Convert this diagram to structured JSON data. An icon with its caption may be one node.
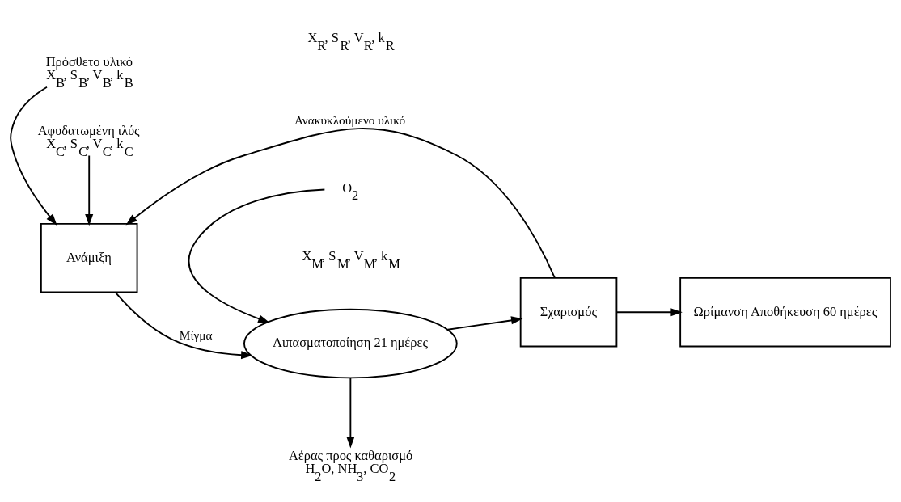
{
  "diagram": {
    "nodes": [
      {
        "text": [
          "Πρόσθετο υλικό",
          "X$_{B}$, S$_{B}$, V$_{B}$, k$_{B}$"
        ]
      },
      {
        "text": [
          "Ανάμιξη"
        ]
      },
      {
        "text": [
          "Λιπασματοποίηση 21 ημέρες"
        ]
      },
      {
        "text": [
          "Σχαρισμός"
        ]
      },
      {
        "text": [
          "Ωρίμανση Αποθήκευση 60 ημέρες"
        ]
      },
      {
        "text": [
          "Αέρας προς καθαρισμό",
          "H$_{2}$O, NH$_{3}$, CO$_{2}$"
        ]
      },
      {
        "text": [
          "O$_{2}$"
        ]
      },
      {
        "text": [
          "Αφυδατωμένη ιλύς",
          "X$_{C}$, S$_{C}$, V$_{C}$, k$_{C}$"
        ]
      }
    ],
    "edges": [
      {
        "from": 0,
        "to": 1,
        "arrow": "to"
      },
      {
        "from": 7,
        "to": 1,
        "arrow": "to"
      },
      {
        "from": 1,
        "to": 2,
        "arrow": "to",
        "label": "Μίγμα"
      },
      {
        "from": 2,
        "to": 5,
        "arrow": "to"
      },
      {
        "from": 6,
        "to": 2,
        "arrow": "to"
      },
      {
        "from": 2,
        "to": 3,
        "arrow": "to"
      },
      {
        "from": 3,
        "to": 4,
        "arrow": "to"
      },
      {
        "from": 3,
        "to": 1,
        "arrow": "to",
        "label": "Ανακυκλούμενο υλικό"
      }
    ],
    "labels": [
      "X$_{M}$, S$_{M}$, V$_{M}$, k$_{M}$",
      "X$_{R}$, S$_{R}$, V$_{R}$, k$_{R}$"
    ]
  }
}
